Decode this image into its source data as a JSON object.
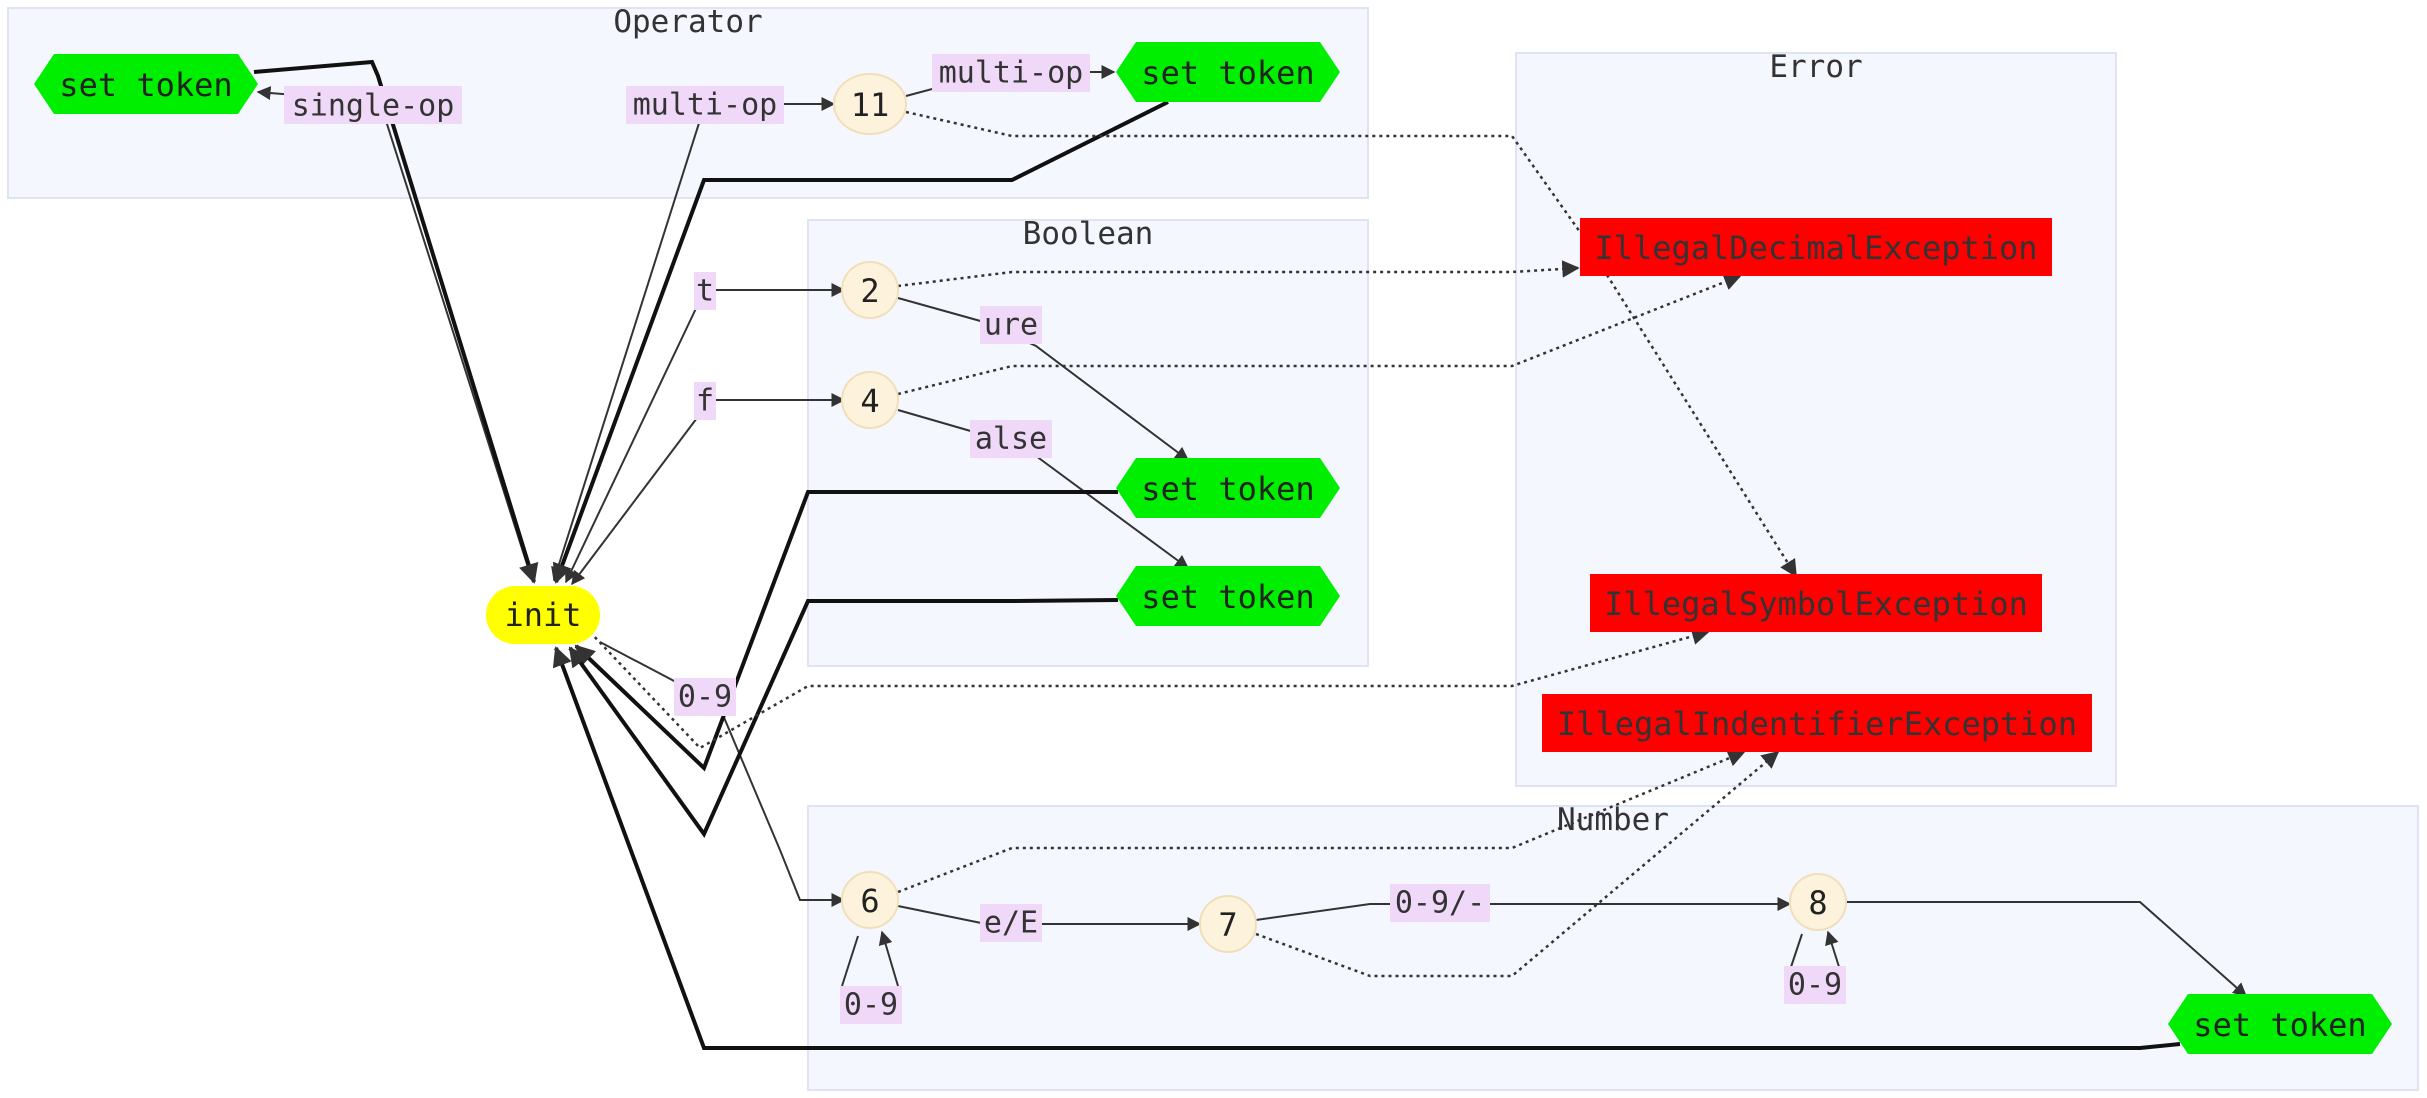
{
  "colors": {
    "cluster_fill": "#f5f7ff",
    "init": "#ffff00",
    "token": "#00ee00",
    "error": "#ff0000",
    "state": "#fdf3dc",
    "edge_label_bg": "#f0d8f8"
  },
  "clusters": {
    "operator": "Operator",
    "boolean": "Boolean",
    "error": "Error",
    "number": "Number"
  },
  "nodes": {
    "init": "init",
    "s11": "11",
    "s2": "2",
    "s4": "4",
    "s6": "6",
    "s7": "7",
    "s8": "8",
    "token_op_single": "set token",
    "token_op_multi": "set token",
    "token_true": "set token",
    "token_false": "set token",
    "token_number": "set token",
    "err_decimal": "IllegalDecimalException",
    "err_symbol": "IllegalSymbolException",
    "err_identifier": "IllegalIndentifierException"
  },
  "edge_labels": {
    "single_op": "single-op",
    "multi_op_1": "multi-op",
    "multi_op_2": "multi-op",
    "t": "t",
    "f": "f",
    "ure": "ure",
    "alse": "alse",
    "digits_init": "0-9",
    "digits_loop6": "0-9",
    "e_E": "e/E",
    "digits_sign": "0-9/-",
    "digits_loop8": "0-9"
  }
}
